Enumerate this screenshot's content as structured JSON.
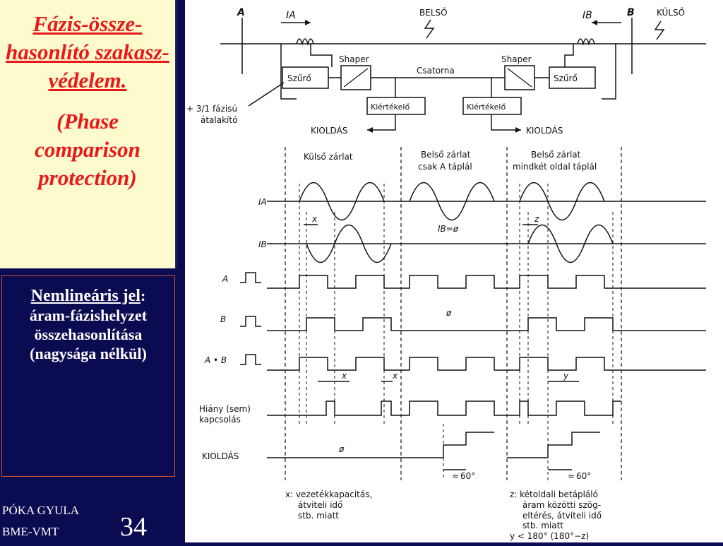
{
  "sidebar": {
    "title_hu": "Fázis-össze-hasonlító szakasz-védelem.",
    "title_en": "(Phase comparison protection)",
    "signal_heading": "Nemlineáris jel",
    "signal_colon": ":",
    "signal_body": "áram-fázishelyzet összehasonlítása (nagysága nélkül)",
    "author_name": "PÓKA GYULA",
    "author_org": "BME-VMT",
    "page_number": "34"
  },
  "block_diagram": {
    "node_a": "A",
    "node_b": "B",
    "current_a": "IA",
    "current_b": "IB",
    "fault_internal": "BELSŐ",
    "fault_external": "KÜLSŐ",
    "filter_left": "Szűrő",
    "filter_right": "Szűrő",
    "shaper_left": "Shaper",
    "shaper_right": "Shaper",
    "channel": "Csatorna",
    "evaluator_left": "Kiértékelő",
    "evaluator_right": "Kiértékelő",
    "trip_left": "KIOLDÁS",
    "trip_right": "KIOLDÁS",
    "transformer_note_line1": "+ 3/1 fázisú",
    "transformer_note_line2": "átalakító"
  },
  "timing": {
    "case1_line1": "Külső zárlat",
    "case2_line1": "Belső zárlat",
    "case2_line2": "csak A táplál",
    "case3_line1": "Belső zárlat",
    "case3_line2": "mindkét oldal táplál",
    "row_ia": "IA",
    "row_ib": "IB",
    "row_a": "A",
    "row_b": "B",
    "row_ab": "A • B",
    "row_missing_line1": "Hiány (sem)",
    "row_missing_line2": "kapcsolás",
    "row_trip": "KIOLDÁS",
    "ib_zero": "IB=ø",
    "zero": "ø",
    "label_x": "x",
    "label_y": "y",
    "label_z": "z",
    "angle1": "60°",
    "angle2": "60°",
    "approx": "≈",
    "note_x_line1": "x: vezetékkapacitás,",
    "note_x_line2": "átviteli idő",
    "note_x_line3": "stb. miatt",
    "note_z_line1": "z: kétoldali betápláló",
    "note_z_line2": "áram közötti szög-",
    "note_z_line3": "eltérés, átviteli idő",
    "note_z_line4": "stb. miatt",
    "note_y": "y < 180° (180°−z)"
  }
}
